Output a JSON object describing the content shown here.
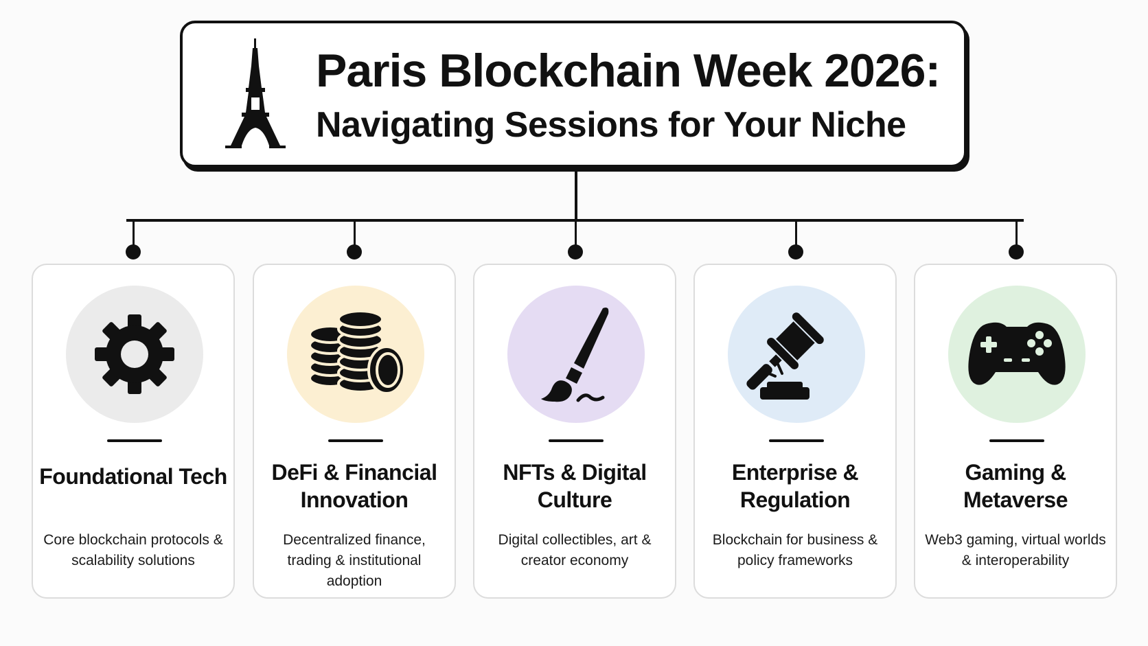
{
  "header": {
    "title": "Paris Blockchain Week 2026:",
    "subtitle": "Navigating Sessions for Your Niche",
    "icon": "eiffel-tower-icon"
  },
  "colors": {
    "foundational": "#ebebeb",
    "defi": "#fcefd2",
    "nfts": "#e5dcf3",
    "enterprise": "#dfebf7",
    "gaming": "#dff1df",
    "line": "#111111",
    "card_border": "#dcdcdc"
  },
  "cards": [
    {
      "title": "Foundational Tech",
      "description": "Core blockchain protocols & scalability solutions",
      "icon": "gear-icon"
    },
    {
      "title": "DeFi & Financial Innovation",
      "description": "Decentralized finance, trading & institutional adoption",
      "icon": "coins-icon"
    },
    {
      "title": "NFTs & Digital Culture",
      "description": "Digital collectibles, art & creator economy",
      "icon": "paintbrush-icon"
    },
    {
      "title": "Enterprise & Regulation",
      "description": "Blockchain for business & policy frameworks",
      "icon": "gavel-icon"
    },
    {
      "title": "Gaming & Metaverse",
      "description": "Web3 gaming, virtual worlds & interoperability",
      "icon": "gamepad-icon"
    }
  ]
}
